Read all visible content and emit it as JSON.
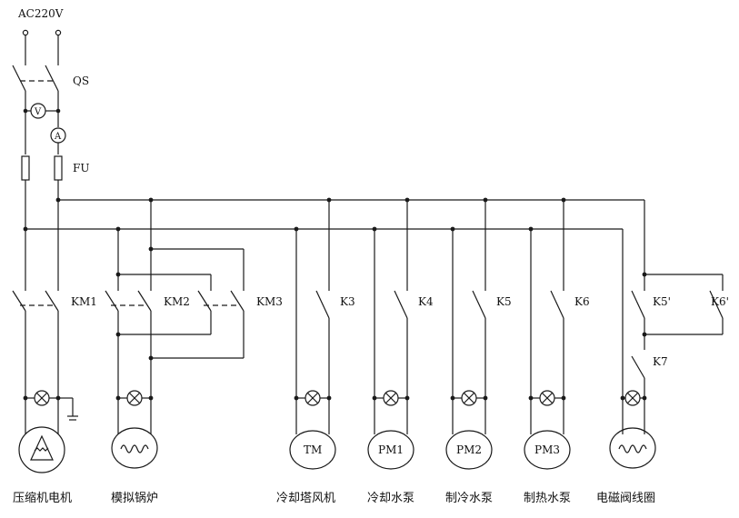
{
  "supply": {
    "label": "AC220V"
  },
  "switches": {
    "main": "QS",
    "fuse": "FU",
    "contactors": [
      "KM1",
      "KM2",
      "KM3"
    ],
    "relays": [
      "K3",
      "K4",
      "K5",
      "K6",
      "K5'",
      "K6'",
      "K7"
    ]
  },
  "meters": {
    "voltmeter": "V",
    "ammeter": "A"
  },
  "motors": [
    "TM",
    "PM1",
    "PM2",
    "PM3"
  ],
  "loads": [
    "压缩机电机",
    "模拟锅炉",
    "冷却塔风机",
    "冷却水泵",
    "制冷水泵",
    "制热水泵",
    "电磁阀线圈"
  ],
  "colors": {
    "line": "#1a1a1a",
    "background": "#ffffff"
  }
}
